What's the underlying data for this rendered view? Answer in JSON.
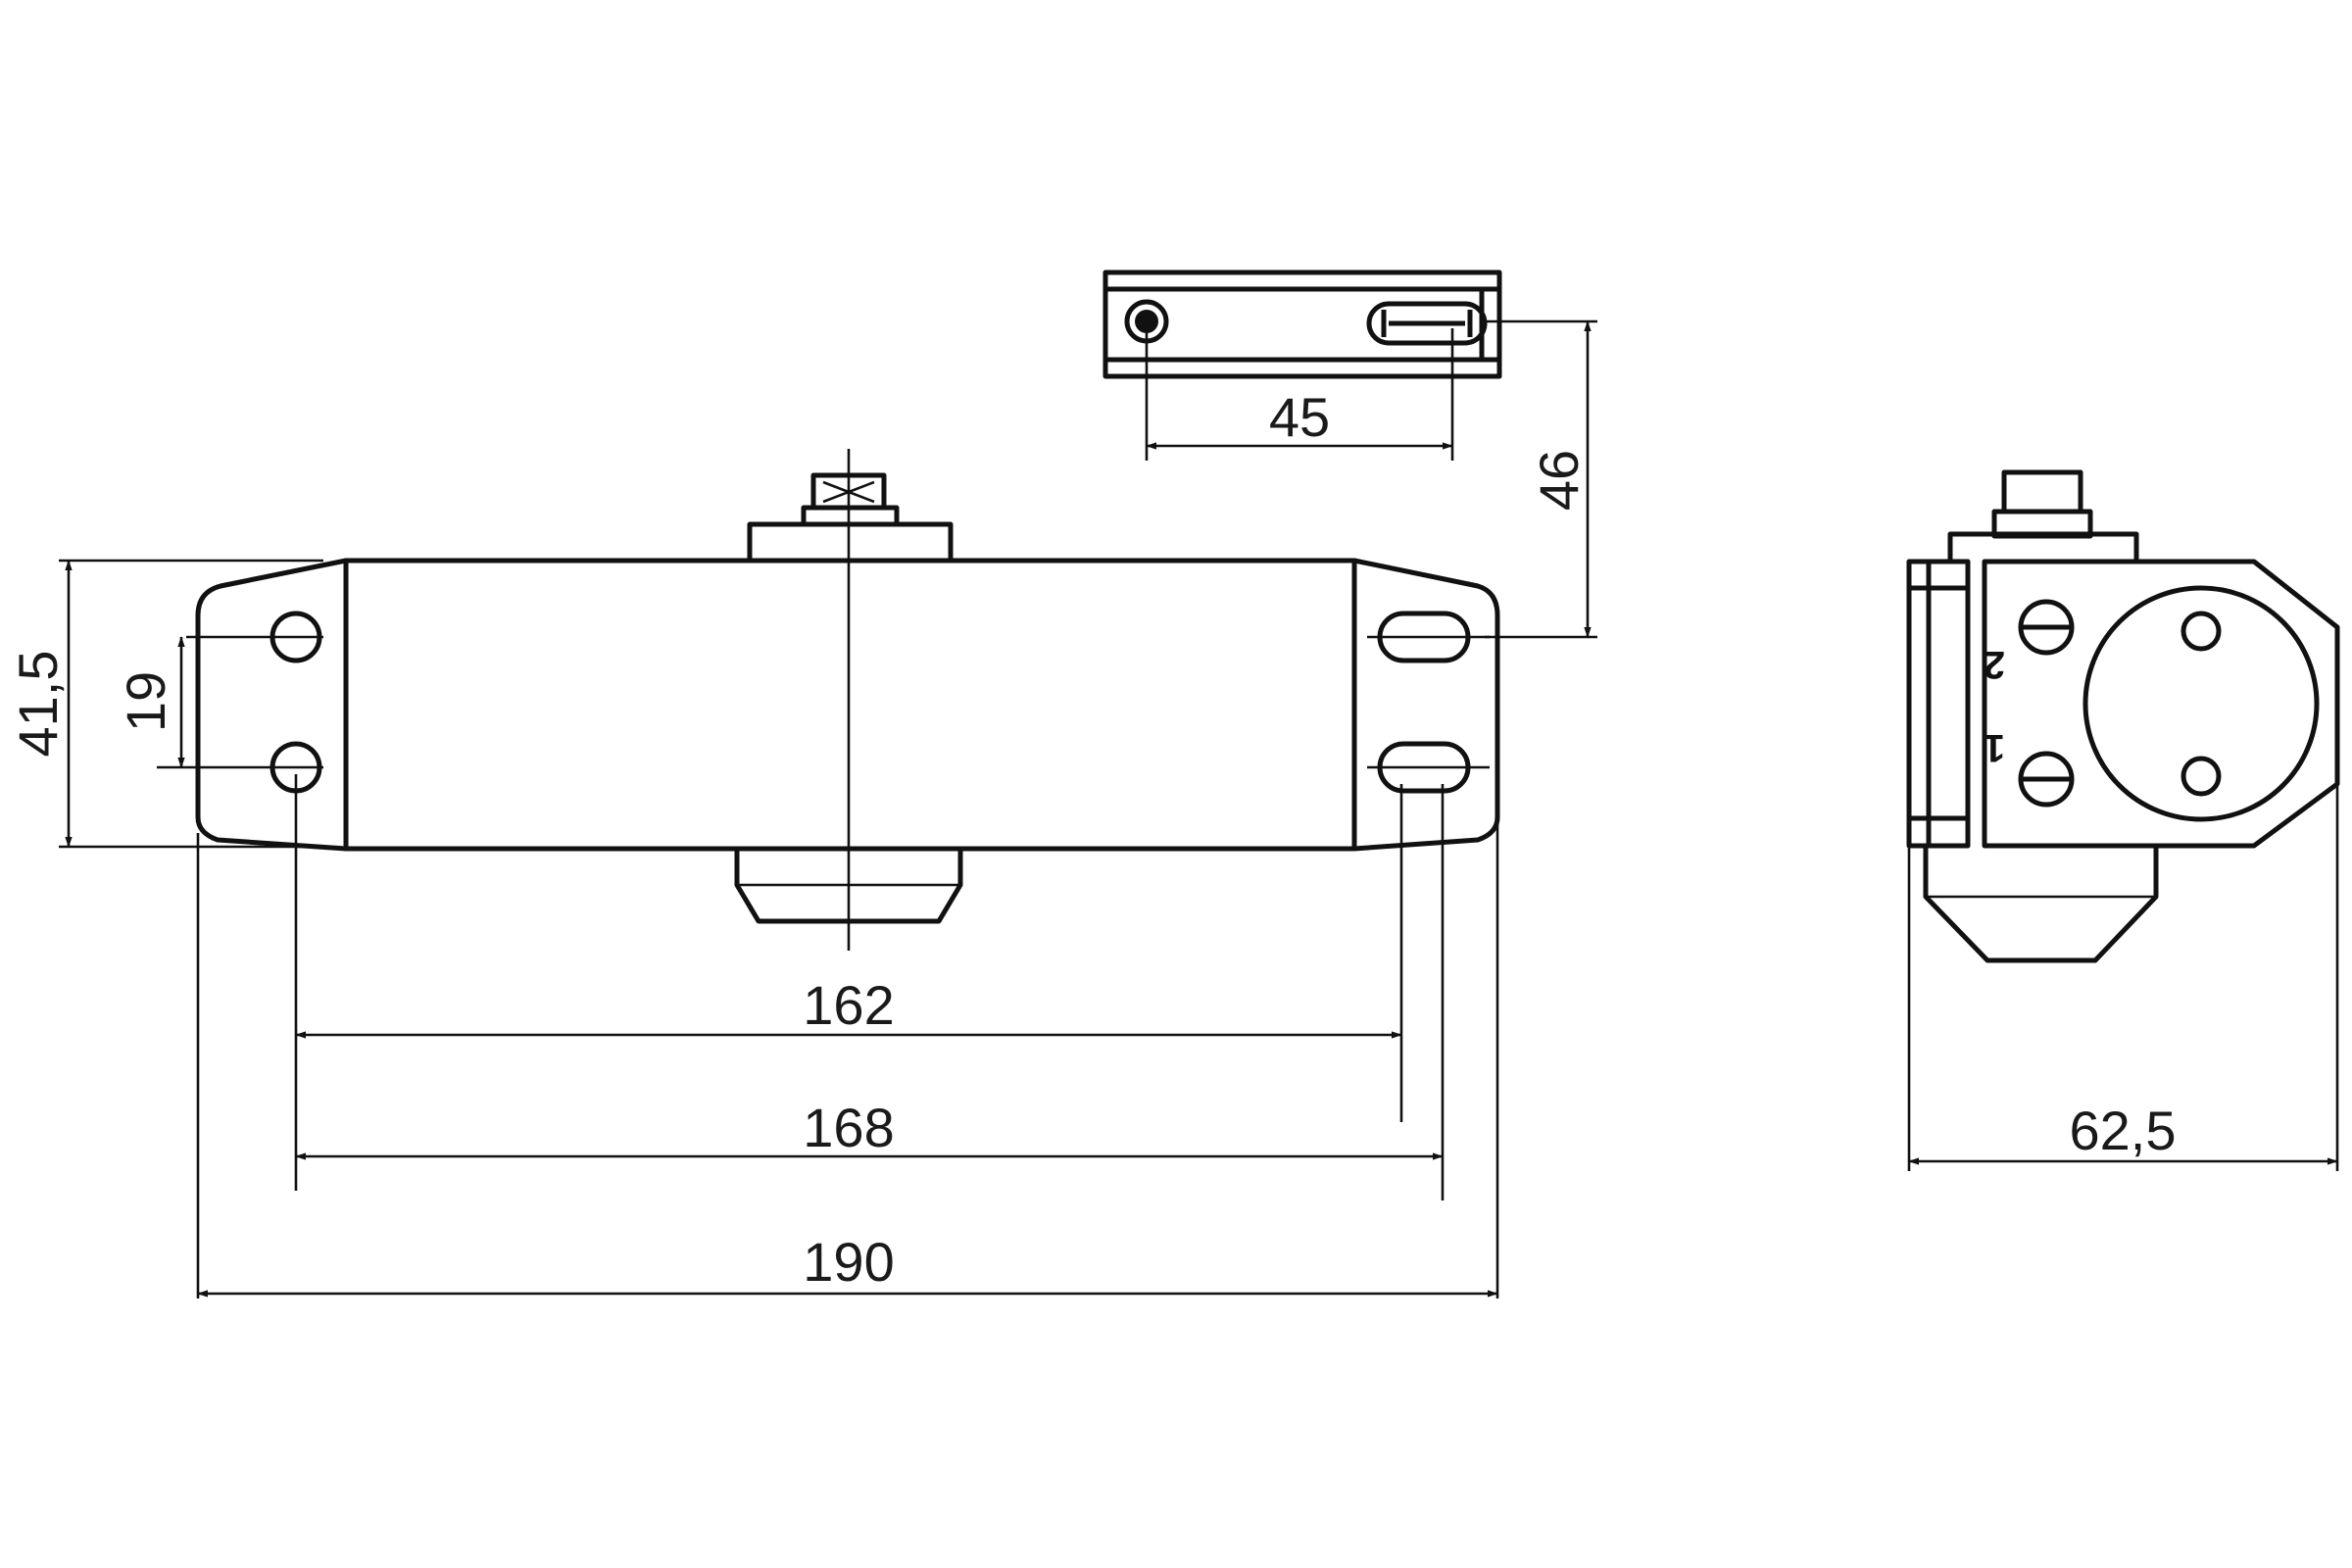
{
  "dimensions": {
    "length_190": "190",
    "length_168": "168",
    "length_162": "162",
    "height_41_5": "41,5",
    "holes_19": "19",
    "bracket_45": "45",
    "bracket_46": "46",
    "depth_62_5": "62,5"
  },
  "valve_labels": {
    "valve_2": "2",
    "valve_1": "1"
  },
  "colors": {
    "line": "#111111",
    "background": "#ffffff"
  }
}
